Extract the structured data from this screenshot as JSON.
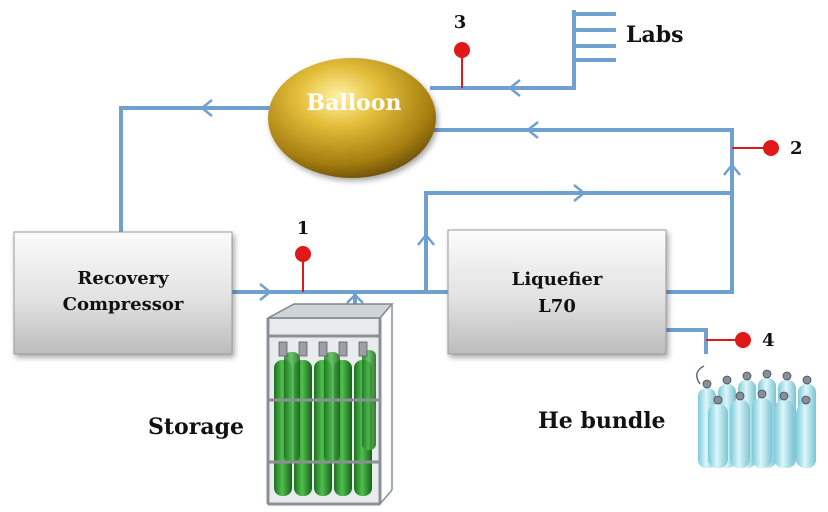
{
  "balloon": {
    "label": "Balloon"
  },
  "recovery_compressor": {
    "line1": "Recovery",
    "line2": "Compressor"
  },
  "liquefier": {
    "line1": "Liquefier",
    "line2": "L70"
  },
  "labels": {
    "labs": "Labs",
    "storage": "Storage",
    "he_bundle": "He bundle"
  },
  "sensors": [
    {
      "id": "1"
    },
    {
      "id": "2"
    },
    {
      "id": "3"
    },
    {
      "id": "4"
    }
  ],
  "colors": {
    "pipe": "#6fa0d0",
    "sensor": "#e01818",
    "balloon": "#c9a020",
    "box": "#d8d8d8",
    "cylinder_green": "#2e9a2e",
    "cylinder_cyan": "#a8e4ee"
  }
}
